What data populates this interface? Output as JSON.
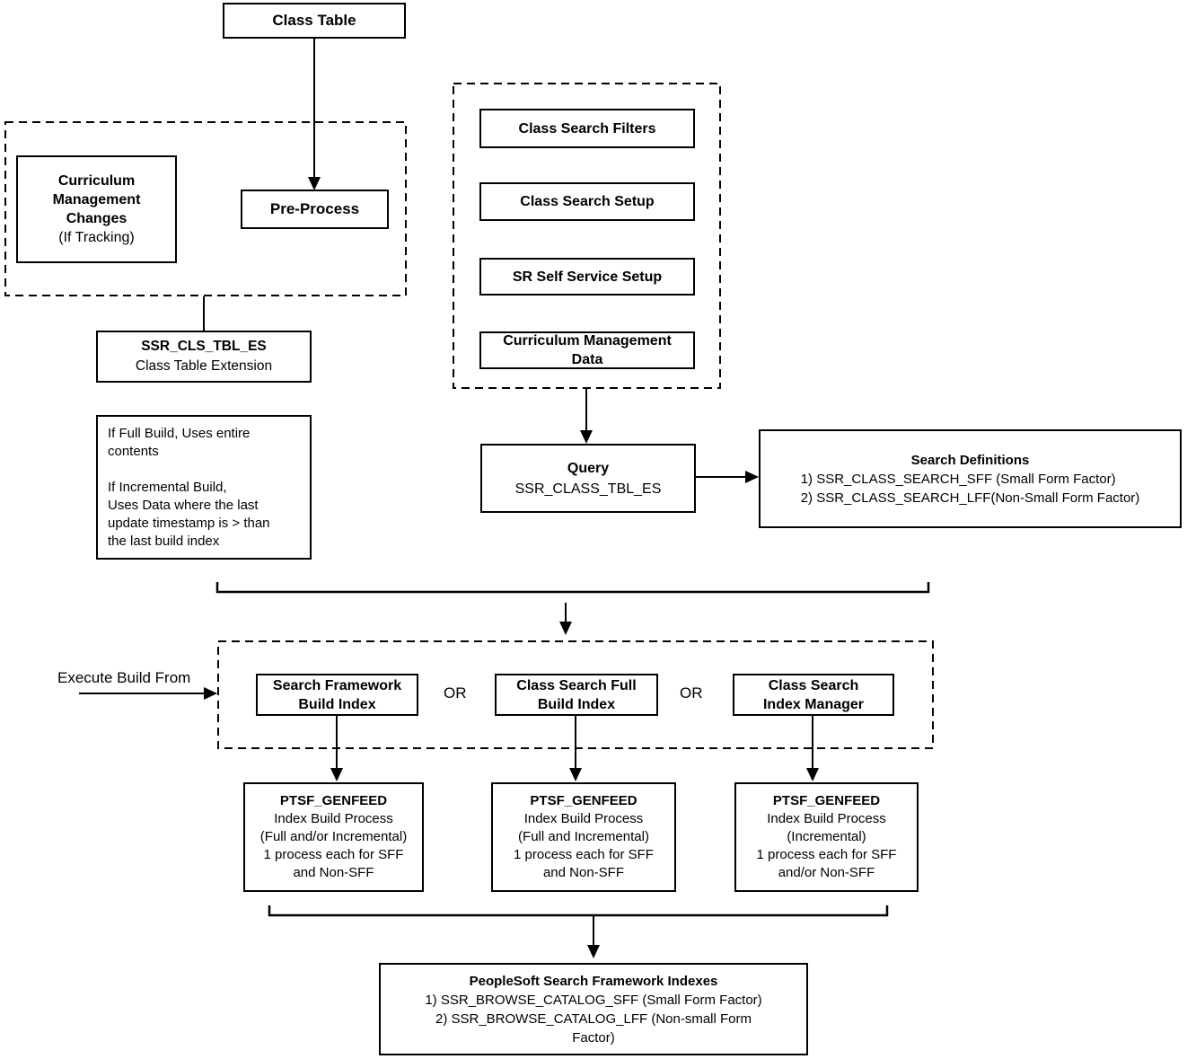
{
  "nodes": {
    "class_table": {
      "label": "Class Table"
    },
    "curriculum_changes": {
      "bold_lines": [
        "Curriculum",
        "Management",
        "Changes"
      ],
      "normal_line": "(If Tracking)"
    },
    "pre_process": {
      "label": "Pre-Process"
    },
    "ssr_cls_tbl_es": {
      "title": "SSR_CLS_TBL_ES",
      "subtitle": "Class Table Extension"
    },
    "build_note": {
      "lines": [
        "If Full Build, Uses entire",
        "contents",
        "",
        "If Incremental Build,",
        "Uses Data where the last",
        "update timestamp is > than",
        "the last build index"
      ]
    },
    "class_search_filters": {
      "label": "Class Search Filters"
    },
    "class_search_setup": {
      "label": "Class Search Setup"
    },
    "sr_self_service_setup": {
      "label": "SR Self Service Setup"
    },
    "curriculum_management_data": {
      "lines": [
        "Curriculum Management",
        "Data"
      ]
    },
    "query": {
      "title": "Query",
      "subtitle": "SSR_CLASS_TBL_ES"
    },
    "search_definitions": {
      "title": "Search Definitions",
      "items": [
        "1) SSR_CLASS_SEARCH_SFF (Small Form Factor)",
        "2) SSR_CLASS_SEARCH_LFF(Non-Small Form Factor)"
      ]
    },
    "execute_build_from": {
      "label": "Execute Build From"
    },
    "or_label": "OR",
    "search_framework_build_index": {
      "lines": [
        "Search Framework",
        "Build Index"
      ]
    },
    "class_search_full_build_index": {
      "lines": [
        "Class Search Full",
        "Build Index"
      ]
    },
    "class_search_index_manager": {
      "lines": [
        "Class Search",
        "Index Manager"
      ]
    },
    "ptsf_genfeed_full_or_incremental": {
      "title": "PTSF_GENFEED",
      "lines": [
        "Index Build Process",
        "(Full and/or Incremental)",
        "1 process each for SFF",
        "and Non-SFF"
      ]
    },
    "ptsf_genfeed_full_and_incremental": {
      "title": "PTSF_GENFEED",
      "lines": [
        "Index Build Process",
        "(Full and Incremental)",
        "1 process each for SFF",
        "and Non-SFF"
      ]
    },
    "ptsf_genfeed_incremental": {
      "title": "PTSF_GENFEED",
      "lines": [
        "Index Build Process",
        "(Incremental)",
        "1 process each for SFF",
        "and/or Non-SFF"
      ]
    },
    "peoplesoft_indexes": {
      "title": "PeopleSoft Search Framework Indexes",
      "lines": [
        "1) SSR_BROWSE_CATALOG_SFF (Small Form Factor)",
        "2) SSR_BROWSE_CATALOG_LFF (Non-small Form",
        "Factor)"
      ]
    }
  },
  "colors": {
    "ink": "#000000",
    "background": "#ffffff"
  }
}
